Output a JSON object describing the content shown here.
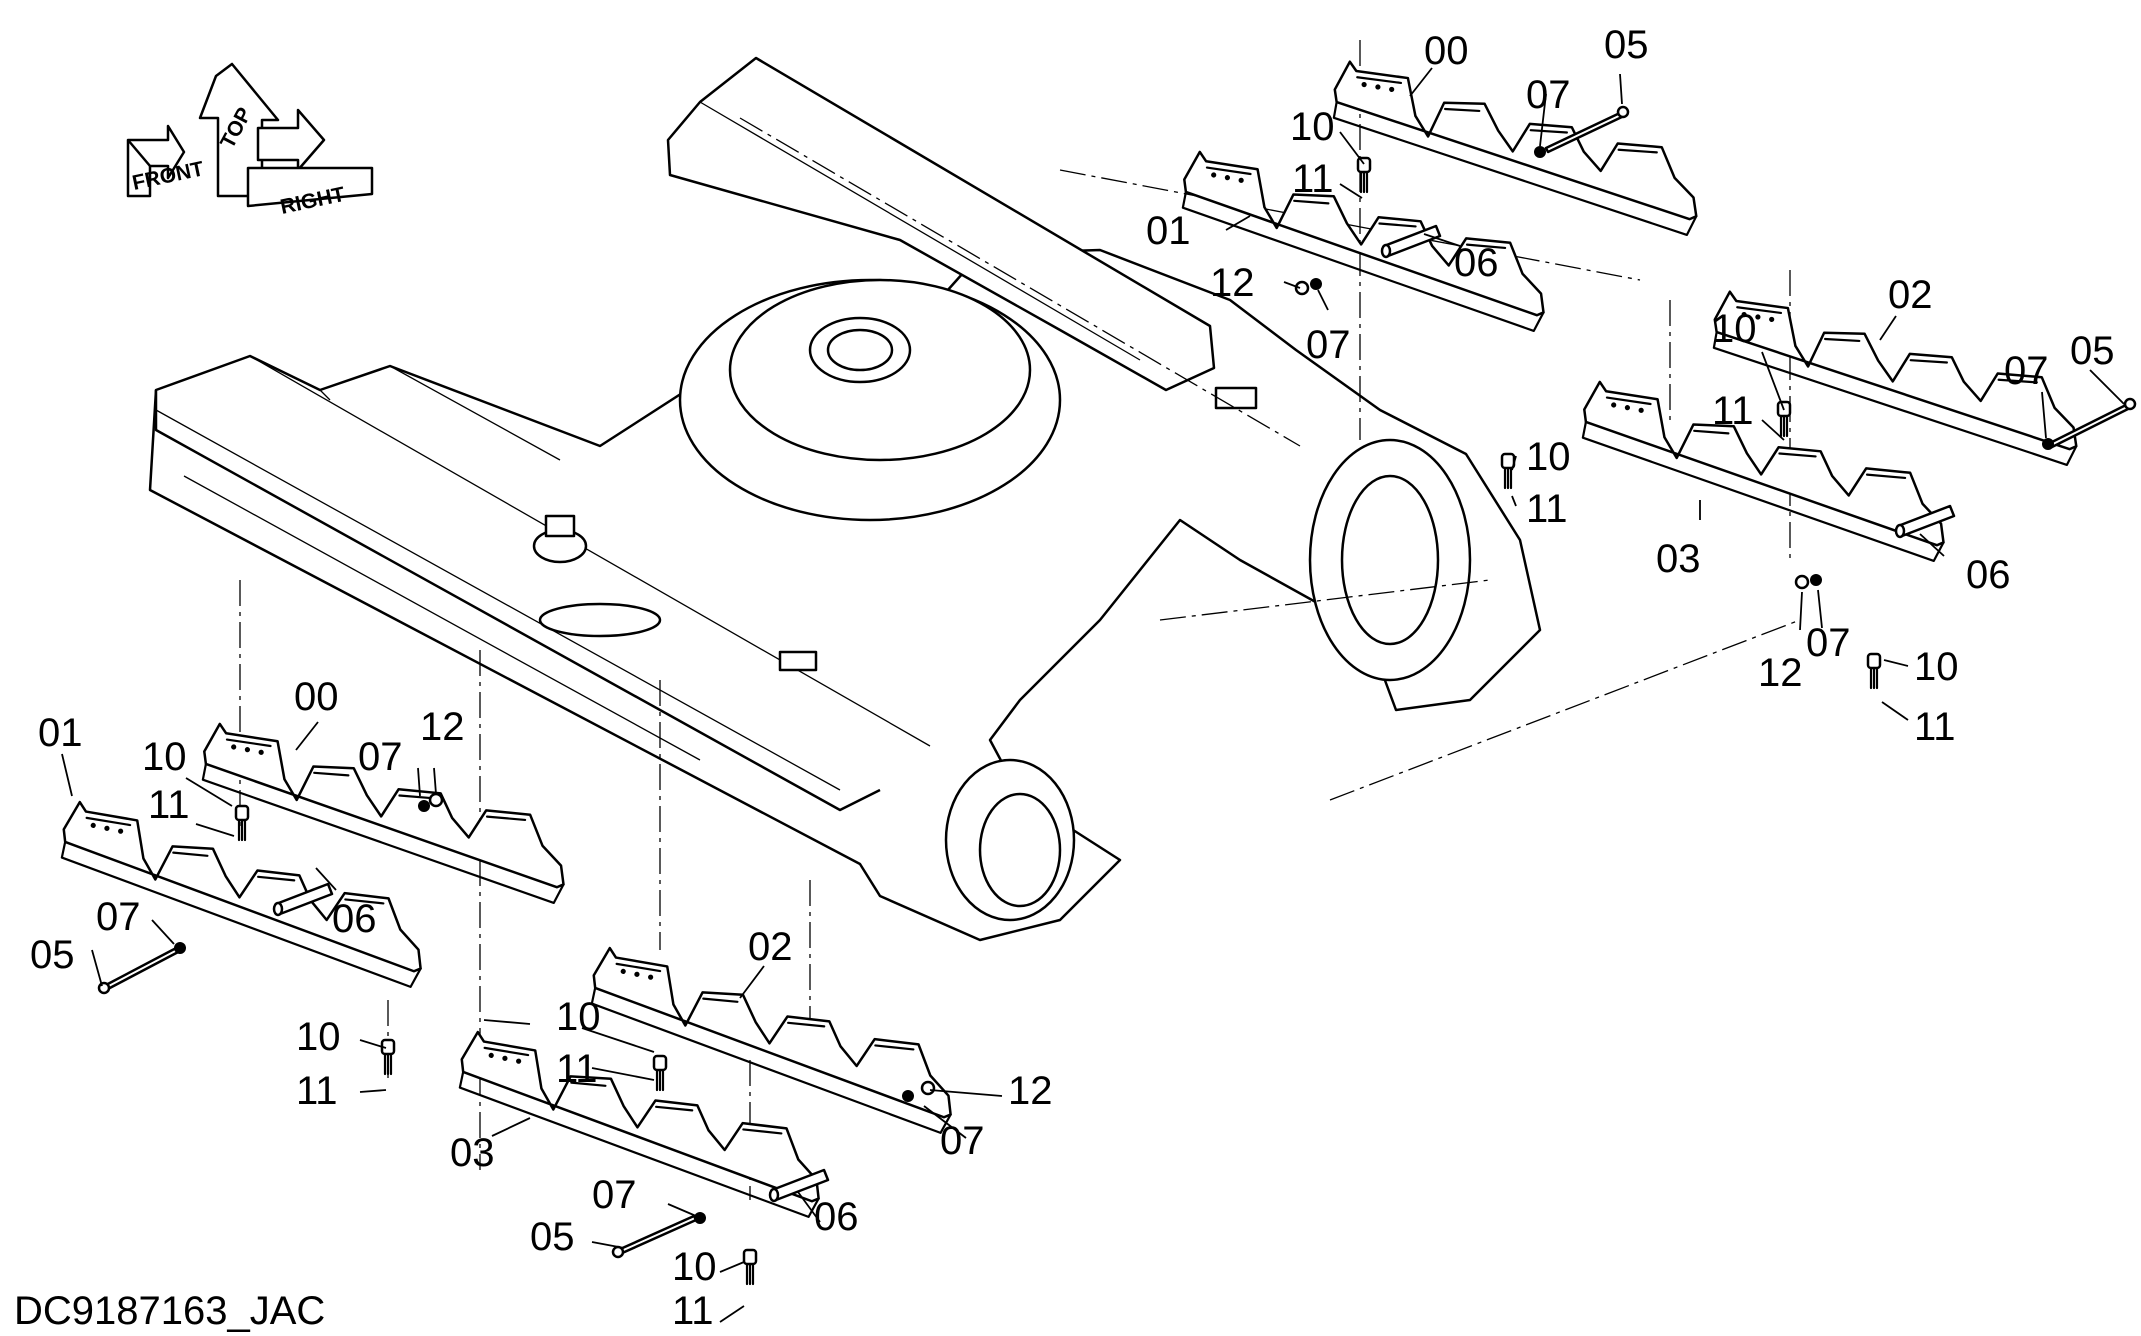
{
  "drawing_id": "DC9187163_JAC",
  "orientation": {
    "front": "FRONT",
    "top": "TOP",
    "right": "RIGHT"
  },
  "callouts": {
    "r00": "00",
    "r01": "01",
    "r02": "02",
    "r03": "03",
    "r05a": "05",
    "r05b": "05",
    "r06a": "06",
    "r06b": "06",
    "r07a": "07",
    "r07b": "07",
    "r07c": "07",
    "r07d": "07",
    "r10a": "10",
    "r10b": "10",
    "r10c": "10",
    "r10d": "10",
    "r11a": "11",
    "r11b": "11",
    "r11c": "11",
    "r11d": "11",
    "r12a": "12",
    "r12b": "12",
    "l00": "00",
    "l01": "01",
    "l02": "02",
    "l03": "03",
    "l05a": "05",
    "l05b": "05",
    "l06a": "06",
    "l06b": "06",
    "l07a": "07",
    "l07b": "07",
    "l07c": "07",
    "l07d": "07",
    "l10a": "10",
    "l10b": "10",
    "l10c": "10",
    "l11a": "11",
    "l11b": "11",
    "l11c": "11",
    "l12a": "12",
    "l12b": "12"
  }
}
